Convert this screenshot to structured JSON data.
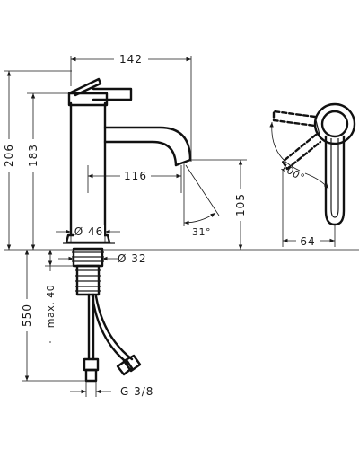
{
  "dimensions": {
    "width_total": "142",
    "height_total": "206",
    "height_spout": "183",
    "reach": "116",
    "spout_height": "105",
    "body_diameter": "Ø 46",
    "thread_diameter": "Ø 32",
    "hose_length": "550",
    "max_thickness": "max. 40",
    "connection": "G 3/8",
    "spout_angle": "31°",
    "lever_angle": "100°",
    "side_depth": "64"
  },
  "colors": {
    "line": "#1a1a1a",
    "background": "#ffffff"
  }
}
